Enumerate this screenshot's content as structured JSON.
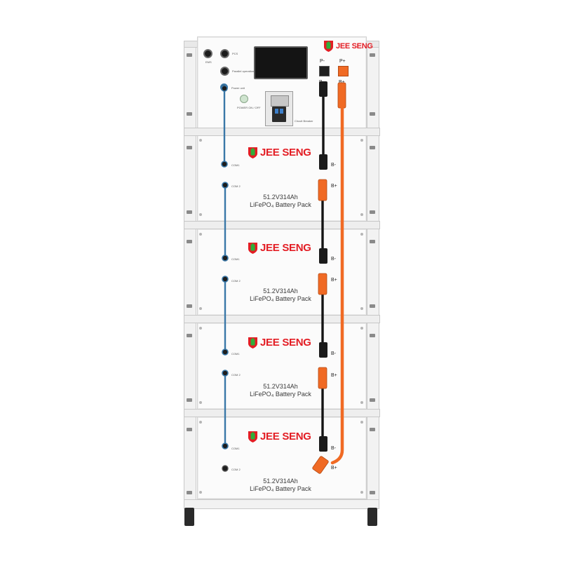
{
  "controller": {
    "brand": "JEE SENG",
    "labels": {
      "ems": "EMS",
      "pcs": "PCS",
      "parallel": "Parallel operation",
      "power_unit": "Power unit",
      "power_on": "POWER ON / OFF",
      "breaker": "Circuit Breaker"
    },
    "terminals": {
      "p_minus": "P-",
      "p_plus": "P+",
      "b_minus": "B-",
      "b_plus": "B+"
    }
  },
  "modules": [
    {
      "brand": "JEE SENG",
      "spec_line1": "51.2V314Ah",
      "spec_line2": "LiFePO₄ Battery Pack",
      "com1": "COM1",
      "com2": "COM 2",
      "b_minus": "B-",
      "b_plus": "B+"
    },
    {
      "brand": "JEE SENG",
      "spec_line1": "51.2V314Ah",
      "spec_line2": "LiFePO₄ Battery Pack",
      "com1": "COM1",
      "com2": "COM 2",
      "b_minus": "B-",
      "b_plus": "B+"
    },
    {
      "brand": "JEE SENG",
      "spec_line1": "51.2V314Ah",
      "spec_line2": "LiFePO₄ Battery Pack",
      "com1": "COM1",
      "com2": "COM 2",
      "b_minus": "B-",
      "b_plus": "B+"
    },
    {
      "brand": "JEE SENG",
      "spec_line1": "51.2V314Ah",
      "spec_line2": "LiFePO₄ Battery Pack",
      "com1": "COM1",
      "com2": "COM 2",
      "b_minus": "B-",
      "b_plus": "B+"
    }
  ],
  "colors": {
    "brand_red": "#e31d24",
    "shield_green": "#2fae3a",
    "cable_orange": "#f06a24",
    "cable_black": "#141414",
    "cable_blue": "#3a78a8"
  }
}
